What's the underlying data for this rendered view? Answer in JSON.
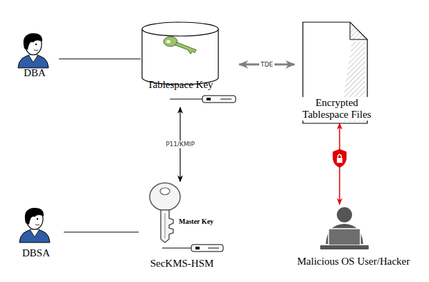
{
  "diagram": {
    "nodes": [
      {
        "text": [
          "DBA"
        ]
      },
      {
        "text": [
          "Tablespace Key"
        ]
      },
      {
        "text": [
          "Encrypted Tablespace Files"
        ]
      },
      {
        "text": [
          "DBSA"
        ]
      },
      {
        "text": [
          "Master Key",
          "SecKMS-HSM"
        ]
      },
      {
        "text": [
          "Malicious OS User/Hacker"
        ]
      }
    ],
    "edges": [
      {
        "from": 0,
        "to": 1,
        "arrow": "none"
      },
      {
        "from": 1,
        "to": 2,
        "label": "TDE",
        "arrow": "both"
      },
      {
        "from": 1,
        "to": 4,
        "label": "P11/KMIP",
        "arrow": "both"
      },
      {
        "from": 3,
        "to": 4,
        "arrow": "none"
      },
      {
        "from": 2,
        "to": 5,
        "arrow": "both"
      }
    ]
  }
}
